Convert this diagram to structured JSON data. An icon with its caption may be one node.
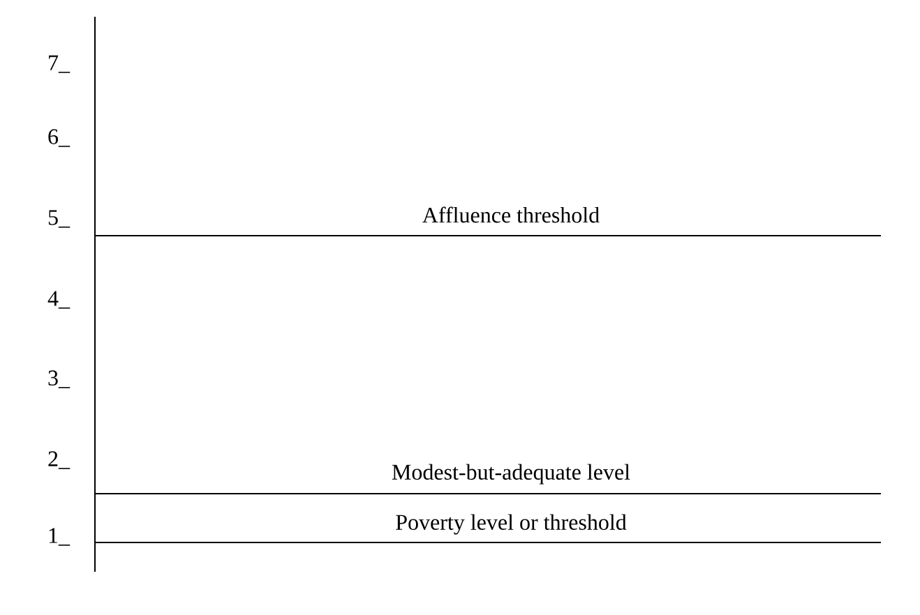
{
  "diagram": {
    "labels": [
      "7_",
      "6_",
      "5_",
      "Affluence threshold",
      "4_",
      "3_",
      "2_",
      "Modest-but-adequate level",
      "1_",
      "Poverty level or threshold"
    ]
  }
}
